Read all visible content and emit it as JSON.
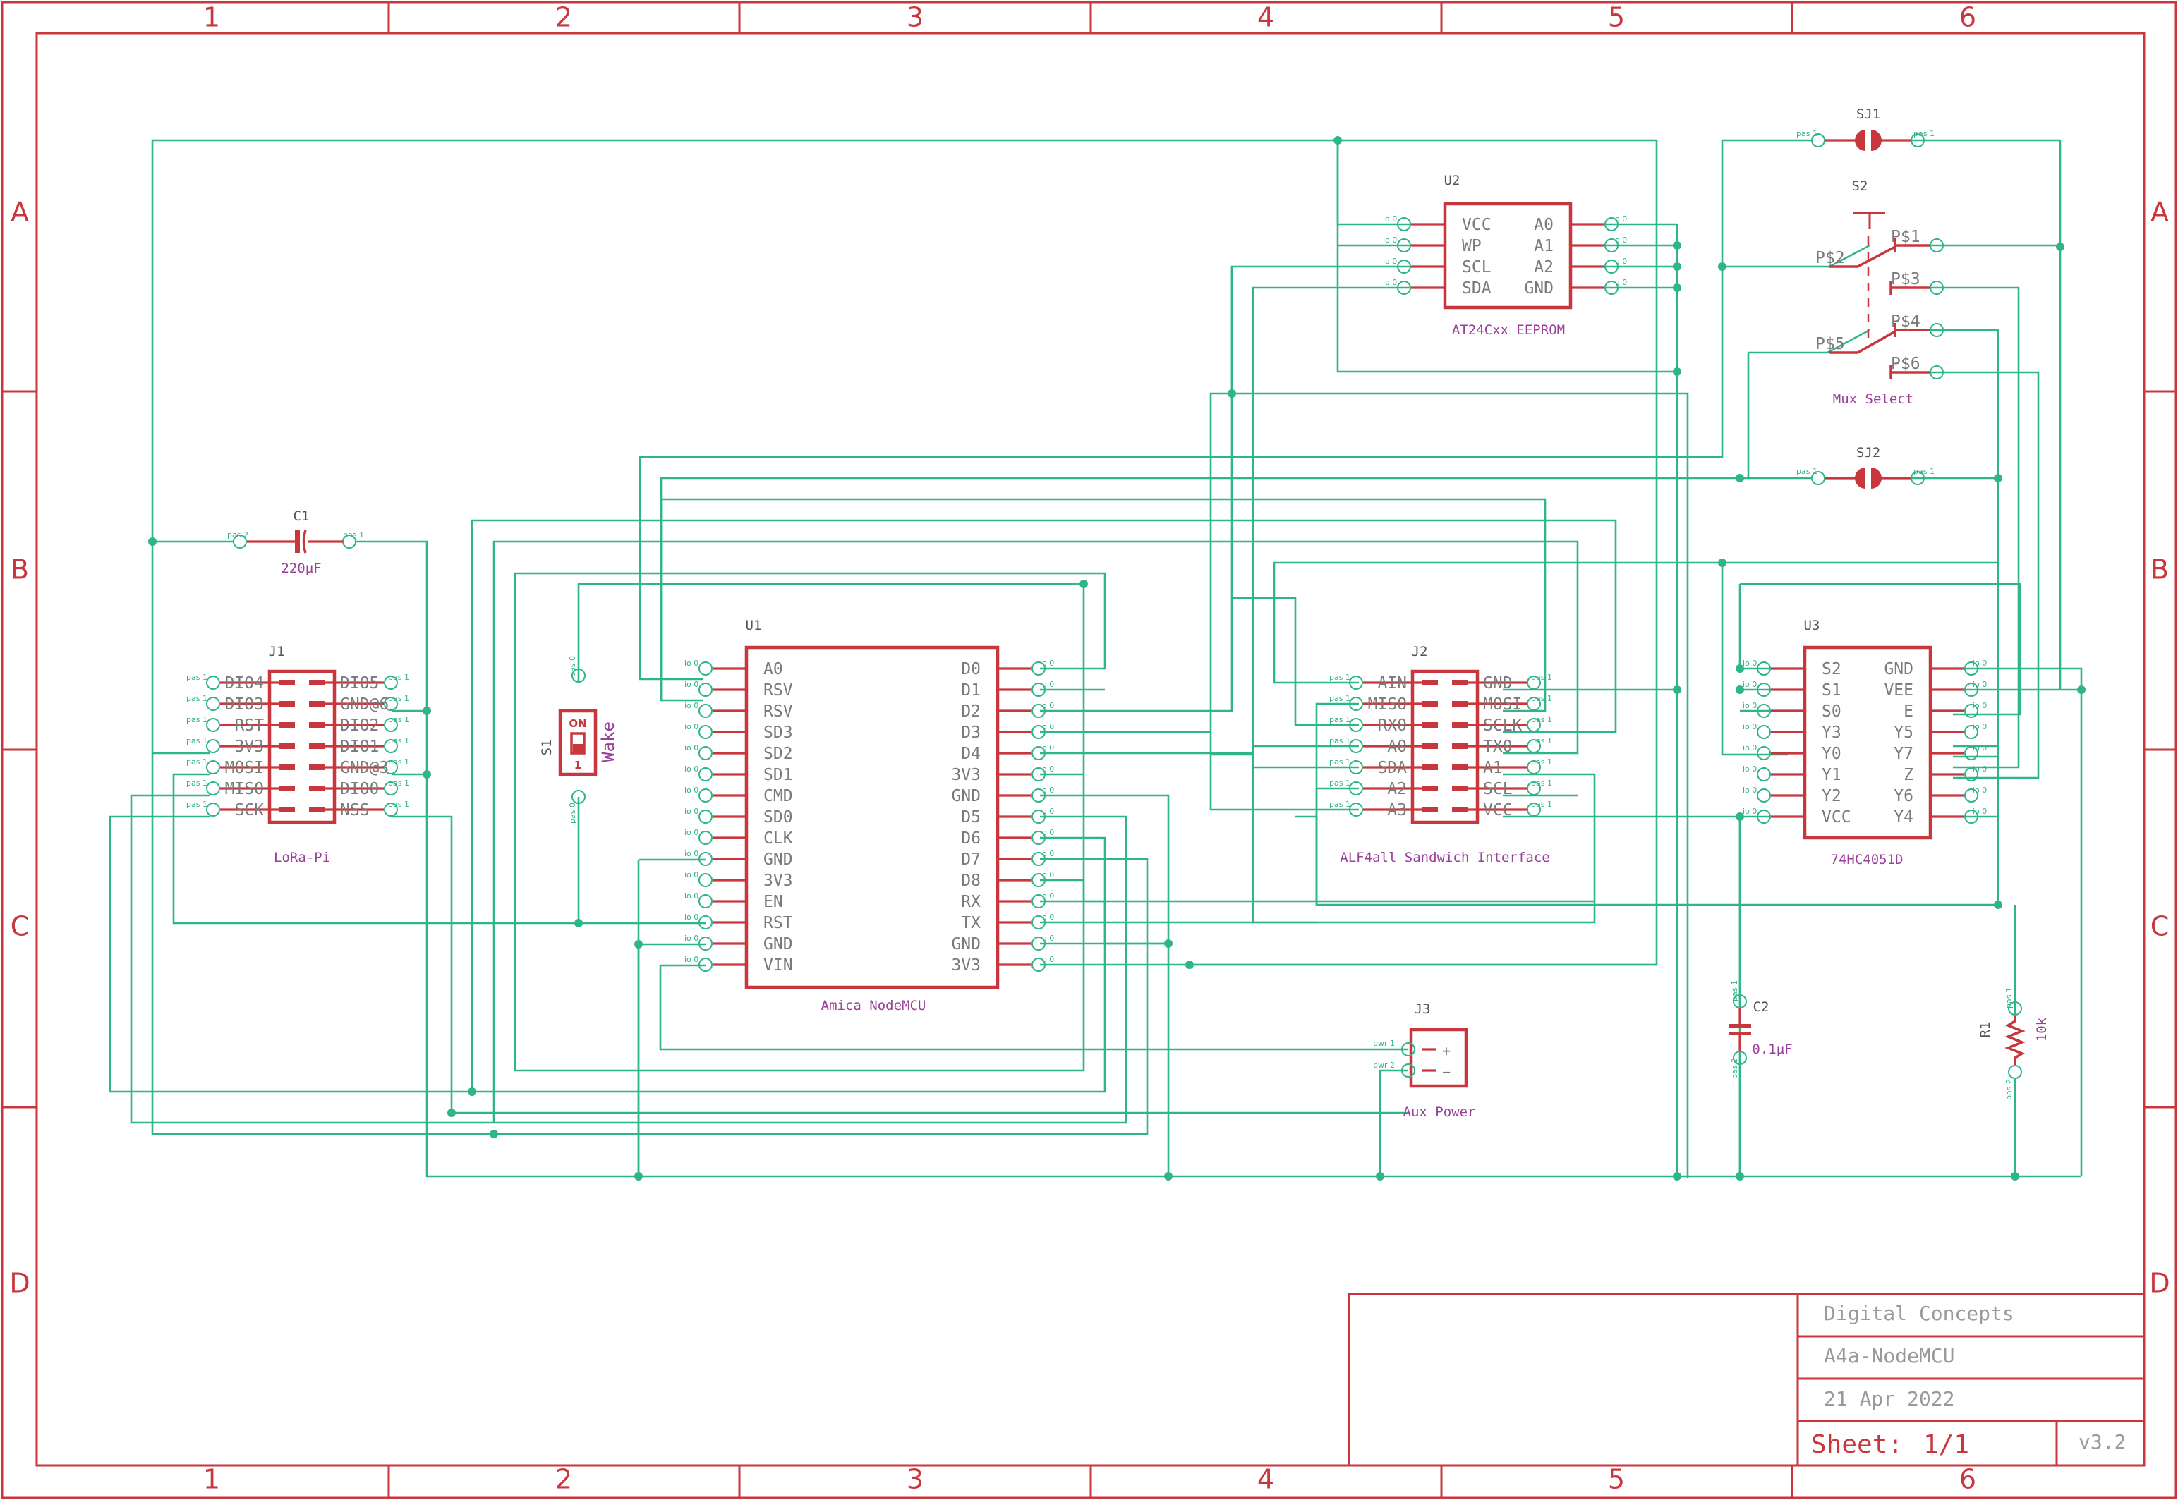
{
  "frame": {
    "columns": [
      "1",
      "2",
      "3",
      "4",
      "5",
      "6"
    ],
    "rows": [
      "A",
      "B",
      "C",
      "D"
    ]
  },
  "title_block": {
    "company": "Digital Concepts",
    "project": "A4a-NodeMCU",
    "date": "21 Apr 2022",
    "sheet_label": "Sheet:",
    "sheet_value": "1/1",
    "version": "v3.2"
  },
  "parts": {
    "u1": {
      "ref": "U1",
      "value": "Amica NodeMCU",
      "left_pins": [
        "A0",
        "RSV",
        "RSV",
        "SD3",
        "SD2",
        "SD1",
        "CMD",
        "SD0",
        "CLK",
        "GND",
        "3V3",
        "EN",
        "RST",
        "GND",
        "VIN"
      ],
      "right_pins": [
        "D0",
        "D1",
        "D2",
        "D3",
        "D4",
        "3V3",
        "GND",
        "D5",
        "D6",
        "D7",
        "D8",
        "RX",
        "TX",
        "GND",
        "3V3"
      ]
    },
    "u2": {
      "ref": "U2",
      "value": "AT24Cxx EEPROM",
      "left_pins": [
        "VCC",
        "WP",
        "SCL",
        "SDA"
      ],
      "right_pins": [
        "A0",
        "A1",
        "A2",
        "GND"
      ]
    },
    "u3": {
      "ref": "U3",
      "value": "74HC4051D",
      "left_pins": [
        "S2",
        "S1",
        "S0",
        "Y3",
        "Y0",
        "Y1",
        "Y2",
        "VCC"
      ],
      "right_pins": [
        "GND",
        "VEE",
        "E",
        "Y5",
        "Y7",
        "Z",
        "Y6",
        "Y4"
      ]
    },
    "j1": {
      "ref": "J1",
      "value": "LoRa-Pi",
      "left_pins": [
        "DIO4",
        "DIO3",
        "RST",
        "3V3",
        "MOSI",
        "MISO",
        "SCK"
      ],
      "right_pins": [
        "DIO5",
        "GND@6",
        "DIO2",
        "DIO1",
        "GND@3",
        "DIO0",
        "NSS"
      ]
    },
    "j2": {
      "ref": "J2",
      "value": "ALF4all Sandwich Interface",
      "left_pins": [
        "AIN",
        "MISO",
        "RX0",
        "A0",
        "SDA",
        "A2",
        "A3"
      ],
      "right_pins": [
        "GND",
        "MOSI",
        "SCLK",
        "TX0",
        "A1",
        "SCL",
        "VCC"
      ]
    },
    "j3": {
      "ref": "J3",
      "value": "Aux Power",
      "pin_labels": [
        "pwr 1",
        "pwr 2"
      ],
      "signs": [
        "+",
        "−"
      ]
    },
    "c1": {
      "ref": "C1",
      "value": "220µF",
      "pin_labels": [
        "pas 2",
        "pas 1"
      ]
    },
    "c2": {
      "ref": "C2",
      "value": "0.1µF",
      "pin_labels": [
        "pas 1",
        "pas 2"
      ]
    },
    "r1": {
      "ref": "R1",
      "value": "10k",
      "pin_labels": [
        "pas 1",
        "pas 2"
      ]
    },
    "s1": {
      "ref": "S1",
      "value": "Wake",
      "on_label": "ON",
      "pos_label": "1",
      "pin_labels": [
        "pas 0",
        "pas 0"
      ]
    },
    "s2": {
      "ref": "S2",
      "value": "Mux Select",
      "pins": [
        "P$1",
        "P$2",
        "P$3",
        "P$4",
        "P$5",
        "P$6"
      ]
    },
    "sj1": {
      "ref": "SJ1",
      "pin_labels": [
        "pas 1",
        "pas 1"
      ]
    },
    "sj2": {
      "ref": "SJ2",
      "pin_labels": [
        "pas 1",
        "pas 1"
      ]
    }
  },
  "pin_type_labels": {
    "io": "io 0",
    "pas": "pas 1"
  }
}
